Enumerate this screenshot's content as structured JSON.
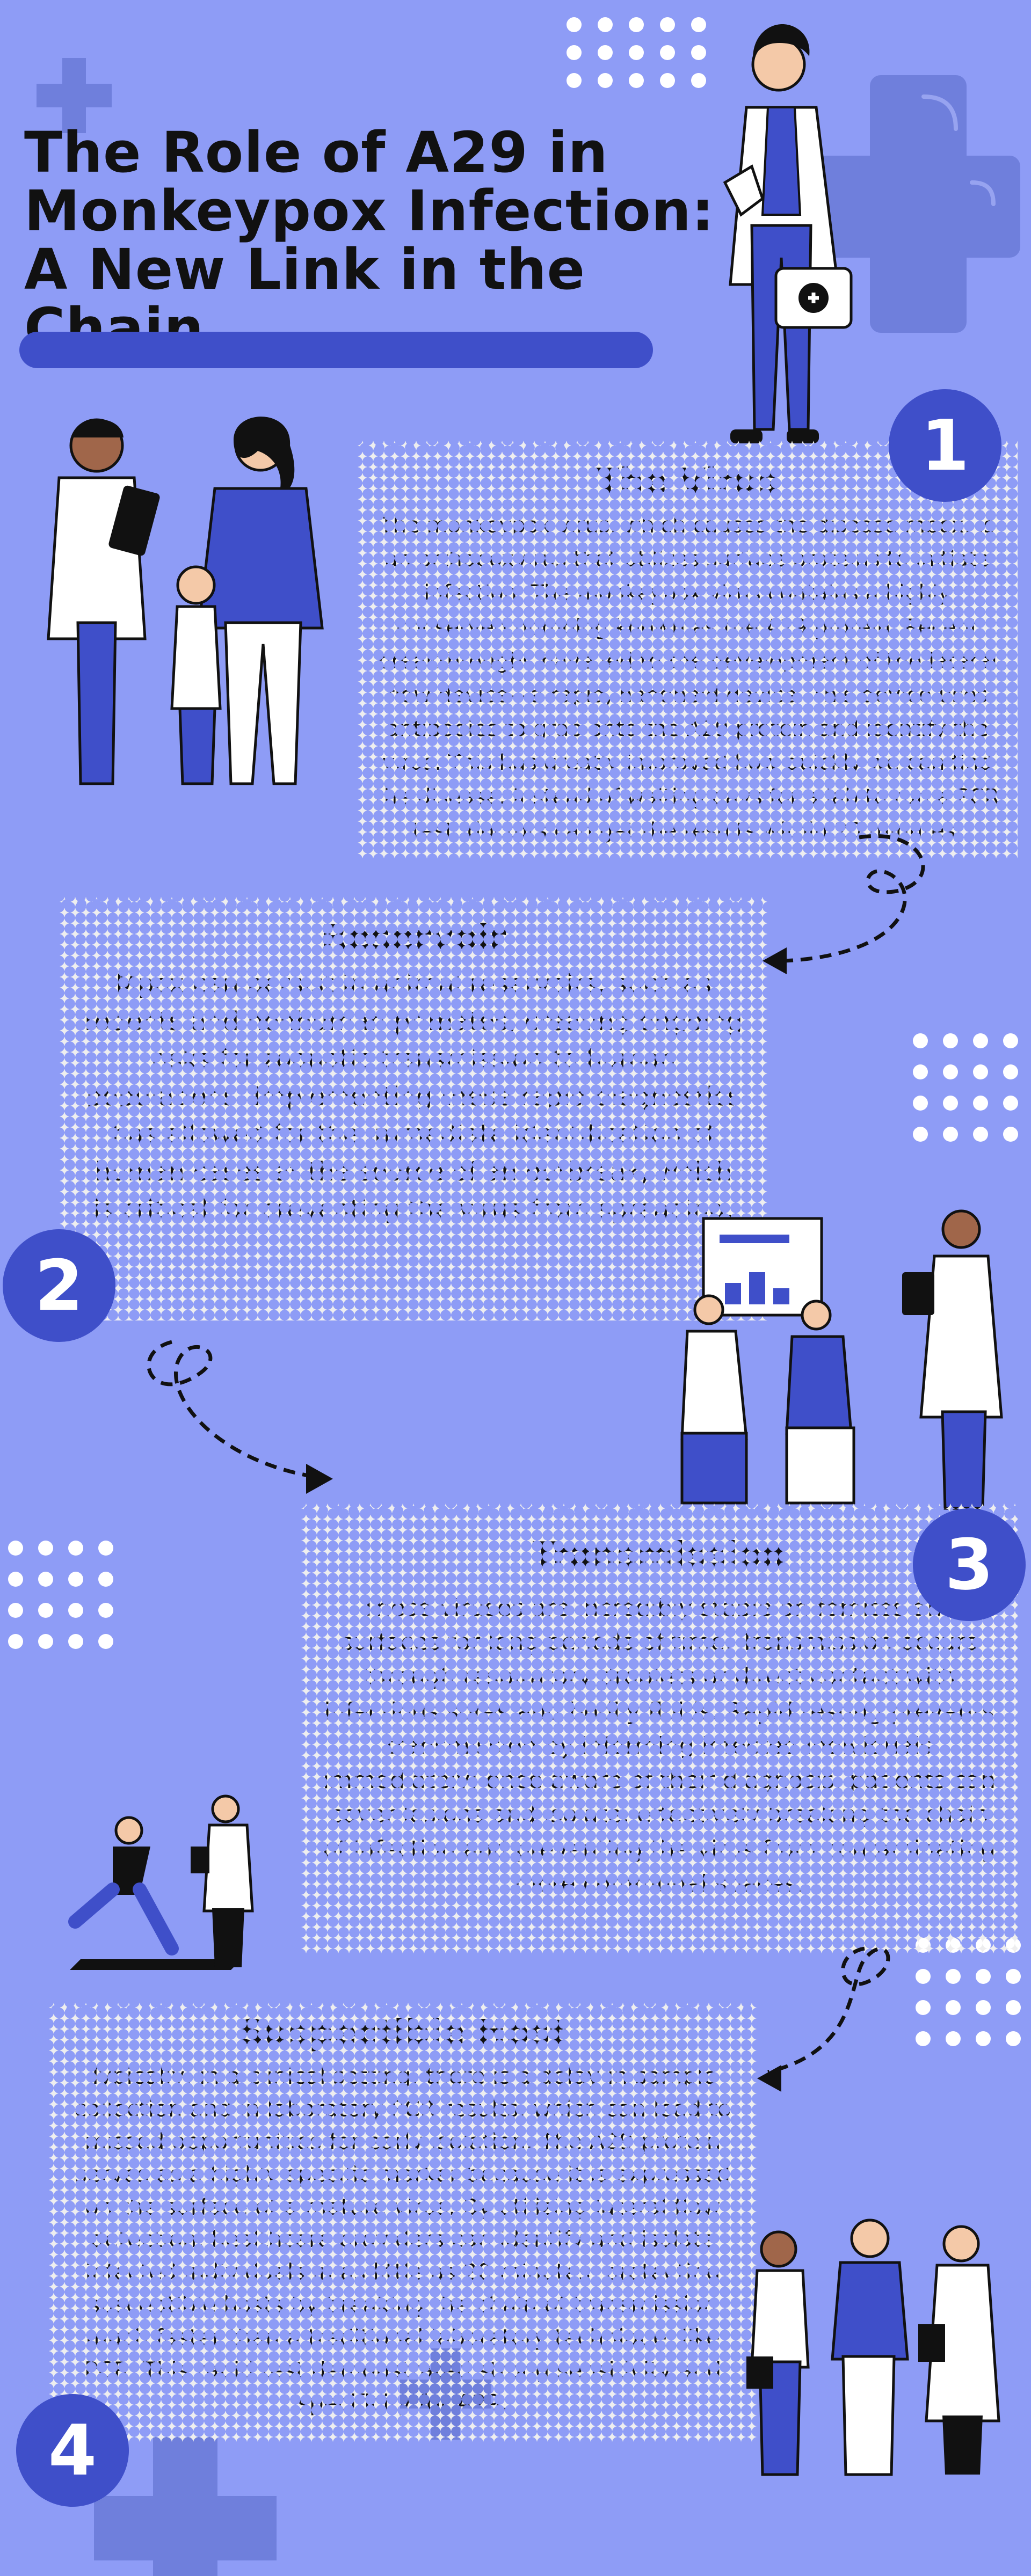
{
  "title": {
    "line1": "The Role of A29 in",
    "line2": "Monkeypox Infection:",
    "line3": "A New Link in the Chain"
  },
  "sections": [
    {
      "number": "1",
      "heading": "The Virus",
      "body": "The monkeypox virus, which causes the disease mpox, is an orthopoxvirus that utilizes surface proteins to initiate infection. The monkeypox virus contains a highly conserved homolog known as the A29 protein. Recent breakthroughs have led to the development of the lateral flow device—a rapid, handheld device. This device uses antibodies to grab onto the A29 protein and identify the virus. This has greatly improved how quickly we can find the disease. Instead of waiting days for a lab to run a PCR test, doctors can get the results within 20 minutes."
    },
    {
      "number": "2",
      "heading": "Reservoir",
      "body": "Mpox can persist in animal reservoirs, such as rodents and nonhuman primates, creating ongoing risks for zoonotic transmission to human populations. Implementing these rapid diagnostics has allowed for the immediate identification of human cases at the source of an outbreak, which is critical for preventing the virus from spreading."
    },
    {
      "number": "3",
      "heading": "Transmission",
      "body": "These viruses are incredibly stable on fomites and surfaces for long periods of time. Transmission occurs through respiratory droplets or direct contact with infectious sores and bodily fluids. Rapid testing prevents transmission by informing infected individuals immediately; once aware of their diagnosis, patients can cover lesions and isolate, effectively breaking the chain of infection and preventing the virus from contaminating more communal spaces."
    },
    {
      "number": "4",
      "heading": "Suspectible Host",
      "body": "Typically, in a clinical setting, there is a delay in sample collection and in laboratory PCR results, which can lead to missed opportunities for early isolation. The A29 protein serves as a highly specific marker because it is expressed on the surface of a mature virus. By utilizing lateral flow detection, healthcare providers can identify and isolate infected individuals in as little as 20 minutes, protecting susceptible hosts by breaking the chain of transmission much faster than a traditional laboratory technique, like PCR. This rapid test demonstrated strong sensitivity and specificity for A29."
    }
  ],
  "colors": {
    "background": "#8e9cf6",
    "accent": "#3f4fc9",
    "card": "#eeeeef"
  }
}
